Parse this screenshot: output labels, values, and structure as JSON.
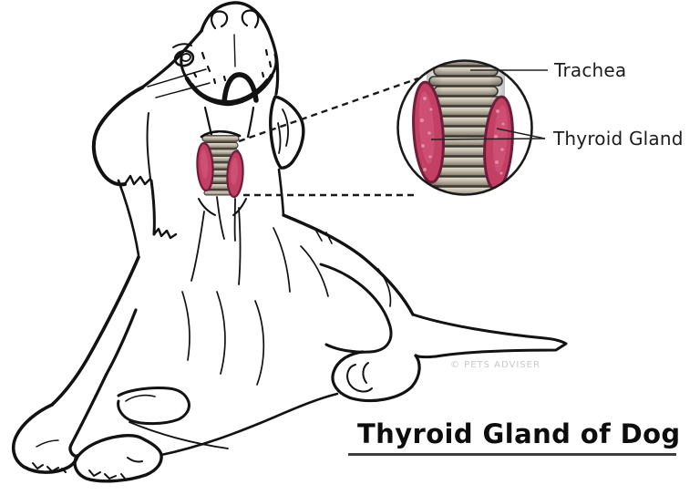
{
  "diagram": {
    "labels": {
      "trachea": "Trachea",
      "thyroid_gland": "Thyroid Gland"
    },
    "title": "Thyroid Gland of Dog",
    "watermark": "© PETS ADVISER",
    "colors": {
      "line_art": "#121212",
      "gland_fill": "#c43f64",
      "gland_border": "#6e1e3a",
      "gland_highlight": "#d65c80",
      "gland_speckle": "#e793ab",
      "trachea_base": "#6b6458",
      "trachea_ring_light": "#e8e2d4",
      "trachea_ring_mid": "#c2bbab",
      "trachea_ring_dark": "#7d7669",
      "label_text": "#1c1c1c",
      "watermark_text": "#cbc8c5"
    }
  }
}
